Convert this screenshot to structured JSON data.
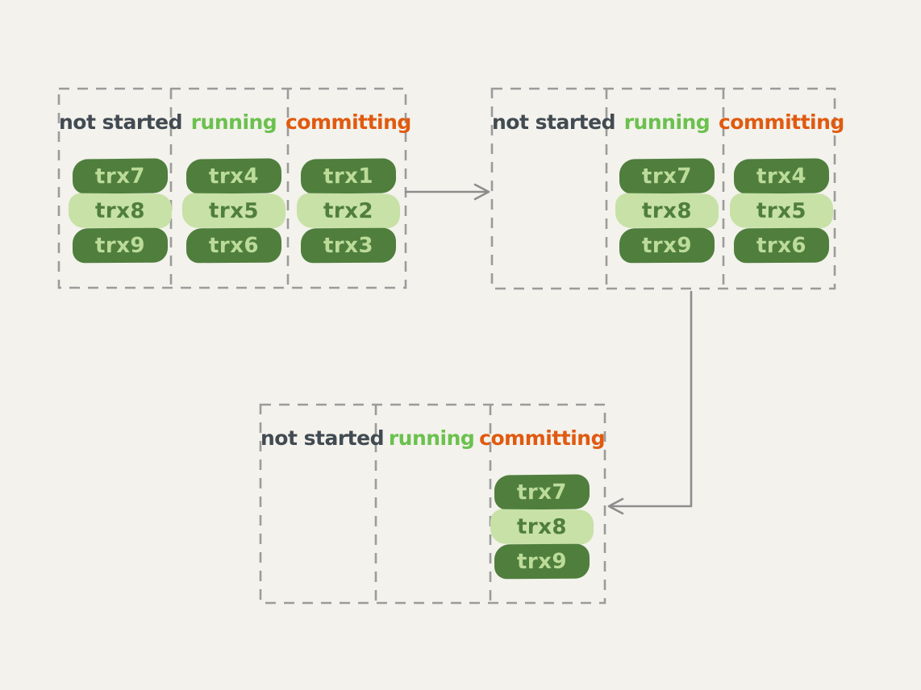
{
  "colors": {
    "background": "#f3f2ec",
    "border": "#9b9b9b",
    "arrow": "#8d8d8d",
    "label_not_started": "#424b52",
    "label_running": "#6bc14e",
    "label_committing": "#e05a10",
    "pill_dark": "#4f7e3d",
    "pill_dark_text": "#bcdb99",
    "pill_light": "#c7e1a6",
    "pill_light_text": "#4f7e3d"
  },
  "panels": [
    {
      "columns": [
        {
          "label": "not started",
          "items": [
            "trx7",
            "trx8",
            "trx9"
          ]
        },
        {
          "label": "running",
          "items": [
            "trx4",
            "trx5",
            "trx6"
          ]
        },
        {
          "label": "committing",
          "items": [
            "trx1",
            "trx2",
            "trx3"
          ]
        }
      ]
    },
    {
      "columns": [
        {
          "label": "not started",
          "items": []
        },
        {
          "label": "running",
          "items": [
            "trx7",
            "trx8",
            "trx9"
          ]
        },
        {
          "label": "committing",
          "items": [
            "trx4",
            "trx5",
            "trx6"
          ]
        }
      ]
    },
    {
      "columns": [
        {
          "label": "not started",
          "items": []
        },
        {
          "label": "running",
          "items": []
        },
        {
          "label": "committing",
          "items": [
            "trx7",
            "trx8",
            "trx9"
          ]
        }
      ]
    }
  ]
}
